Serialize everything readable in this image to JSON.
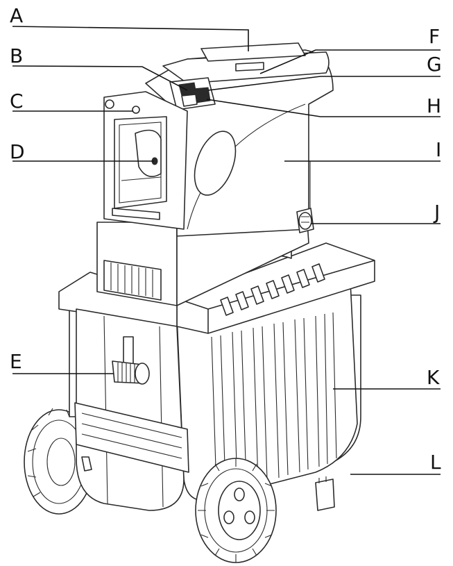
{
  "labels": [
    "A",
    "B",
    "C",
    "D",
    "E",
    "F",
    "G",
    "H",
    "I",
    "J",
    "K",
    "L"
  ],
  "colors": {
    "ink": "#111111",
    "paper": "#ffffff"
  }
}
